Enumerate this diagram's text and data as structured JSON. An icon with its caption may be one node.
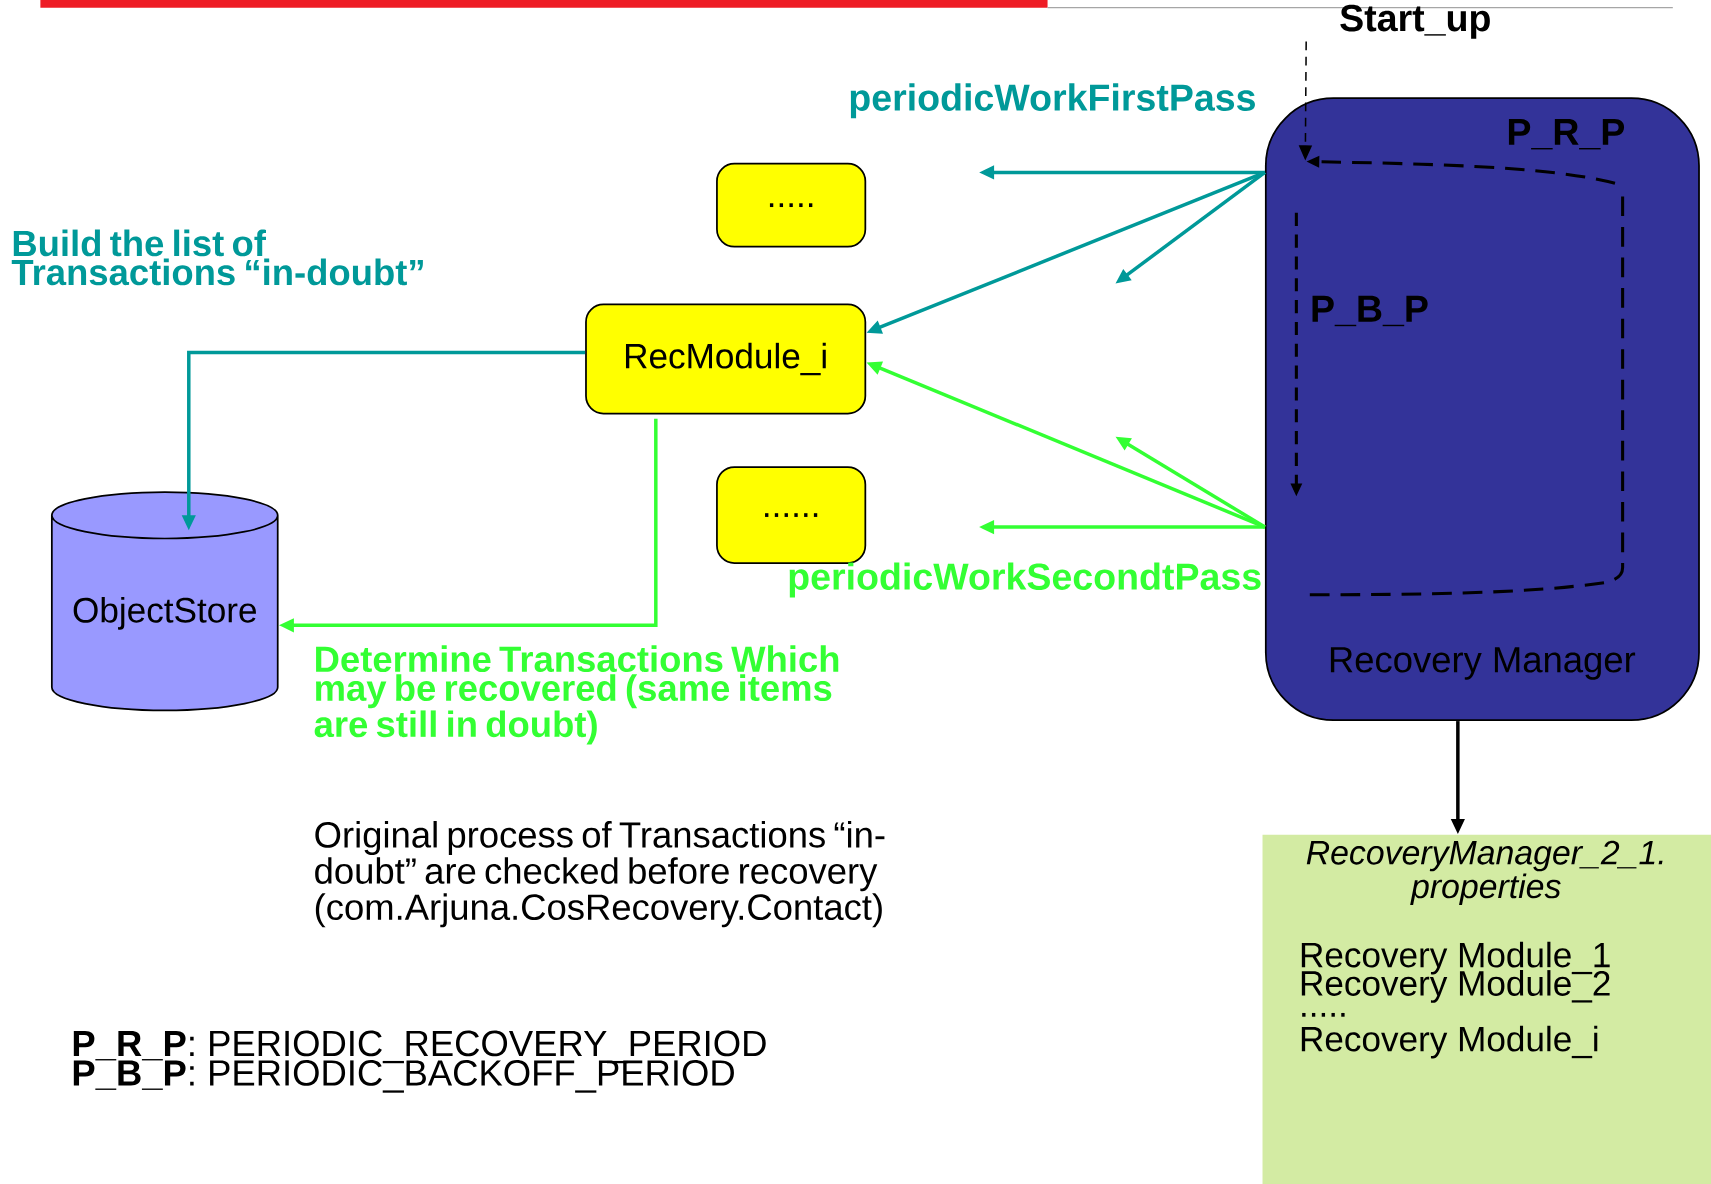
{
  "diagram": {
    "nodes": [
      {
        "text": [
          "....."
        ]
      },
      {
        "text": [
          "RecModule_i"
        ]
      },
      {
        "text": [
          "......"
        ]
      },
      {
        "text": [
          "ObjectStore"
        ]
      },
      {
        "text": [
          "P_R_P",
          "P_B_P",
          "Recovery Manager"
        ]
      },
      {
        "text": [
          "RecoveryManager_2_1. properties",
          "Recovery Module_1",
          "Recovery Module_2",
          ".....",
          "Recovery Module_i"
        ]
      },
      {
        "text": [
          "Start_up"
        ]
      }
    ],
    "edges": [
      {
        "from": 4,
        "to": null,
        "arrow": "to",
        "color": "#009999"
      },
      {
        "from": 4,
        "to": 1,
        "arrow": "to",
        "color": "#009999"
      },
      {
        "from": 4,
        "to": null,
        "arrow": "to",
        "color": "#009999"
      },
      {
        "from": 4,
        "to": 1,
        "arrow": "to",
        "color": "#33ff33"
      },
      {
        "from": 4,
        "to": null,
        "arrow": "to",
        "color": "#33ff33"
      },
      {
        "from": 4,
        "to": null,
        "arrow": "to",
        "color": "#33ff33"
      },
      {
        "from": 1,
        "to": 3,
        "arrow": "to",
        "color": "#009999"
      },
      {
        "from": 1,
        "to": 3,
        "arrow": "to",
        "color": "#33ff33"
      },
      {
        "from": 6,
        "to": 4,
        "arrow": "to",
        "style": "dashed",
        "color": "#000000"
      },
      {
        "from": 4,
        "to": 5,
        "arrow": "to",
        "color": "#000000"
      }
    ],
    "labels": [
      "Build the list of Transactions “in-doubt”",
      "periodicWorkFirstPass",
      "periodicWorkSecondtPass",
      "Determine Transactions Which may be recovered (same items are still in doubt)",
      "Original process of Transactions “in-doubt” are checked before recovery (com.Arjuna.CosRecovery.Contact)",
      "**P_R_P**: PERIODIC_RECOVERY_PERIOD",
      "**P_B_P**: PERIODIC_BACKOFF_PERIOD"
    ]
  }
}
